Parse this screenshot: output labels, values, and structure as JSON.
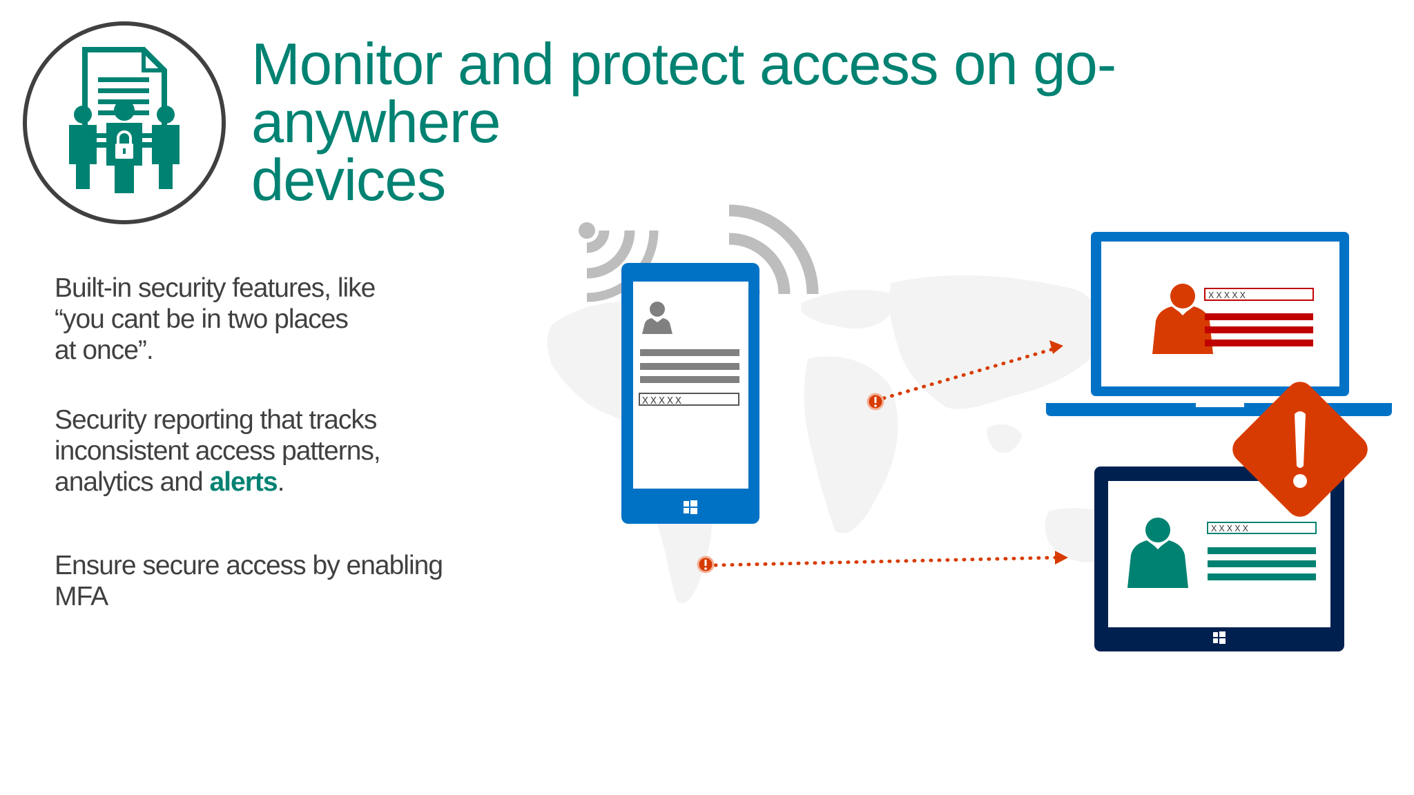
{
  "header": {
    "title_line1": "Monitor and protect access on go-anywhere",
    "title_line2": "devices",
    "icon": "document-team-lock-icon"
  },
  "bullets": [
    {
      "lines": [
        "Built-in security features, like",
        "“you cant be in two places",
        "at once”."
      ]
    },
    {
      "lines": [
        "Security reporting that tracks",
        "inconsistent access patterns,"
      ],
      "last_line_prefix": "analytics and ",
      "last_line_highlight": "alerts",
      "last_line_suffix": "."
    },
    {
      "lines": [
        "Ensure secure access by enabling",
        "MFA"
      ]
    }
  ],
  "illustration": {
    "phone_password": "XXXXX",
    "laptop_password": "XXXXX",
    "tablet_password": "XXXXX",
    "icons": {
      "phone": "windows-phone-icon",
      "laptop": "laptop-icon",
      "tablet": "windows-tablet-icon",
      "alert": "warning-diamond-icon",
      "wifi": "wifi-signal-icon",
      "map": "world-map-icon",
      "marker": "alert-marker-icon"
    }
  },
  "colors": {
    "brand_green": "#008272",
    "text_gray": "#404040",
    "alert_red": "#d83b01",
    "device_blue": "#0072c6",
    "tablet_navy": "#002050",
    "signal_gray": "#bdbdbd",
    "map_gray": "#f2f2f2"
  }
}
